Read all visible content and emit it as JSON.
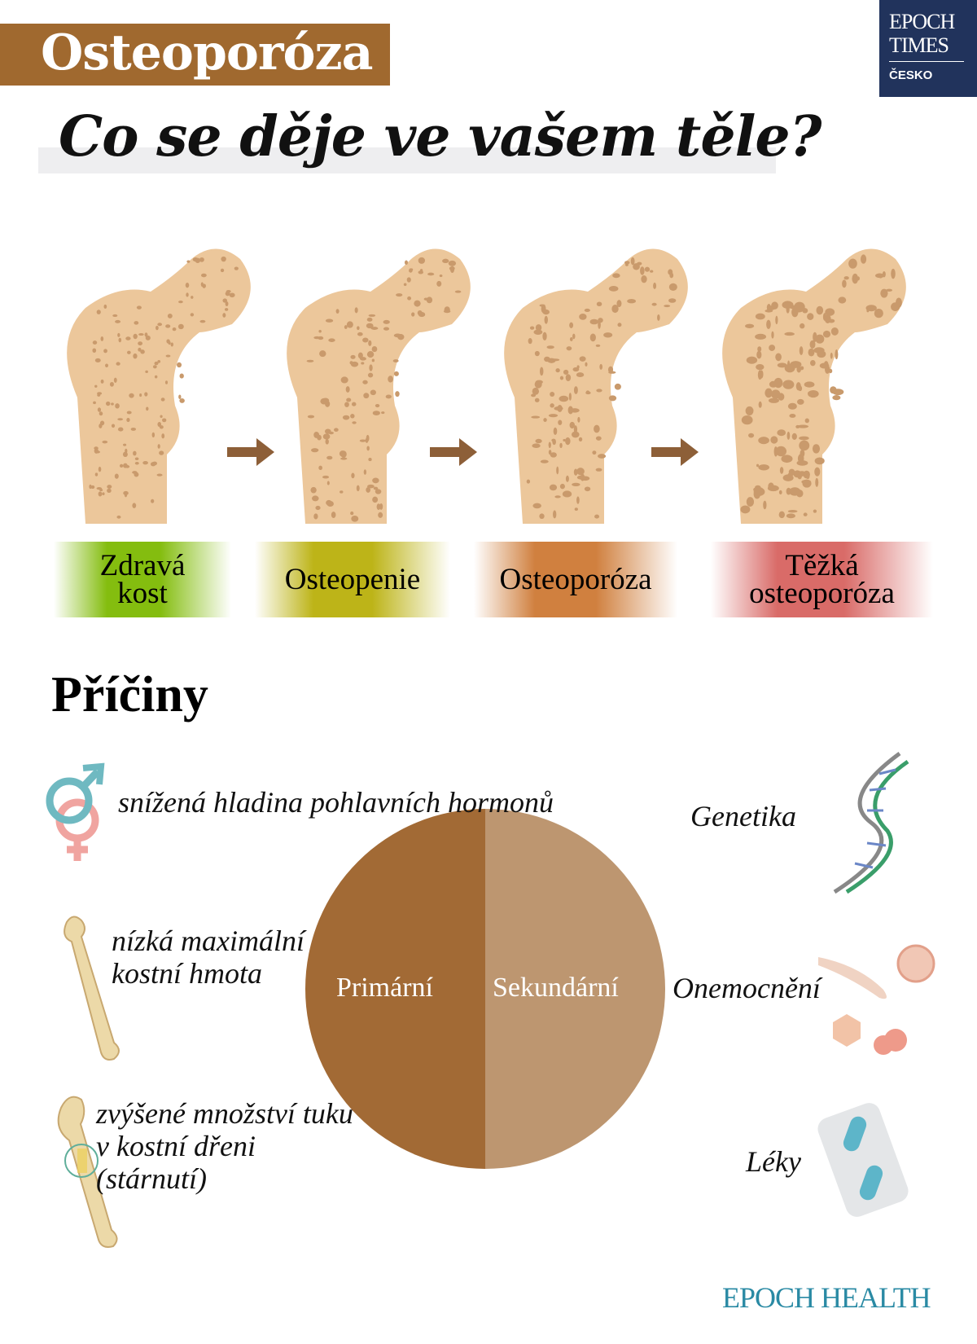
{
  "header": {
    "title": "Osteoporóza",
    "headline": "Co se děje ve vašem těle?"
  },
  "logo": {
    "line1": "EPOCH",
    "line2": "TIMES",
    "line3": "ČESKO"
  },
  "stages": [
    {
      "label": "Zdravá kost",
      "color": "#84bd0f"
    },
    {
      "label": "Osteopenie",
      "color": "#bdb418"
    },
    {
      "label": "Osteoporóza",
      "color": "#d0803f"
    },
    {
      "label": "Těžká osteoporóza",
      "color": "#d96b68"
    }
  ],
  "causes": {
    "title": "Příčiny",
    "primary_label": "Primární",
    "secondary_label": "Sekundární",
    "primary_color": "#a26a35",
    "secondary_color": "#bd9670",
    "primary_items": [
      "snížená hladina pohlavních hormonů",
      "nízká maximální kostní hmota",
      "zvýšené množství tuku v kostní dřeni (stárnutí)"
    ],
    "secondary_items": [
      "Genetika",
      "Onemocnění",
      "Léky"
    ]
  },
  "footer": {
    "brand": "EPOCH HEALTH"
  }
}
